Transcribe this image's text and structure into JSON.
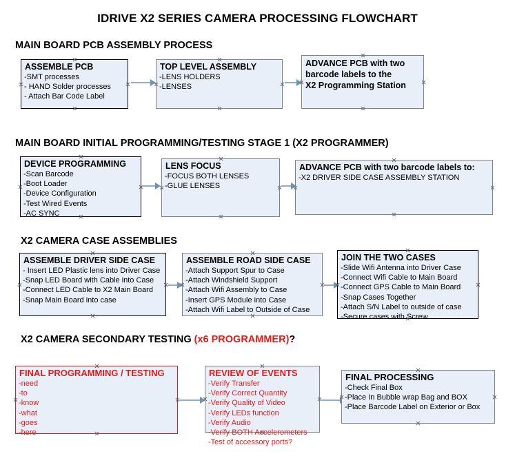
{
  "document": {
    "title": "IDRIVE X2  SERIES CAMERA PROCESSING FLOWCHART"
  },
  "colors": {
    "box_fill": "#e9eff8",
    "box_border": "#000000",
    "box_border_gray": "#7f8386",
    "accent_red": "#e01b1b",
    "arrow": "#8fadc8",
    "text": "#000000",
    "background": "#ffffff"
  },
  "sections": [
    {
      "id": "main-board-pcb-assembly",
      "heading": "MAIN BOARD PCB ASSEMBLY PROCESS",
      "heading_suffix": "",
      "heading_suffix_tail": ""
    },
    {
      "id": "main-board-initial-programming",
      "heading": "MAIN BOARD INITIAL PROGRAMMING/TESTING STAGE 1 (X2 PROGRAMMER)",
      "heading_suffix": "",
      "heading_suffix_tail": ""
    },
    {
      "id": "x2-camera-case-assemblies",
      "heading": "X2 CAMERA CASE ASSEMBLIES",
      "heading_suffix": "",
      "heading_suffix_tail": ""
    },
    {
      "id": "x2-camera-secondary-testing",
      "heading": "X2 CAMERA SECONDARY TESTING ",
      "heading_suffix": "(x6 PROGRAMMER)",
      "heading_suffix_tail": "?"
    }
  ],
  "nodes": {
    "assemble_pcb": {
      "title": "ASSEMBLE PCB",
      "items": [
        "-SMT processes",
        "- HAND Solder processes",
        "- Attach Bar Code Label"
      ]
    },
    "top_level_assembly": {
      "title": "TOP LEVEL ASSEMBLY",
      "items": [
        "-LENS HOLDERS",
        "-LENSES"
      ]
    },
    "advance_pcb_station": {
      "line1": "ADVANCE PCB with two",
      "line2": "barcode labels to the",
      "line3": " X2 Programming Station"
    },
    "device_programming": {
      "title": "DEVICE PROGRAMMING",
      "items": [
        "-Scan Barcode",
        "-Boot Loader",
        "-Device Configuration",
        "-Test Wired Events",
        "-AC SYNC"
      ]
    },
    "lens_focus": {
      "title": "LENS FOCUS",
      "items": [
        "-FOCUS BOTH LENSES",
        "-GLUE LENSES"
      ]
    },
    "advance_pcb_driver_side": {
      "title": "ADVANCE PCB with two barcode labels to:",
      "items": [
        "-X2 DRIVER  SIDE  CASE  ASSEMBLY STATION"
      ]
    },
    "assemble_driver_side_case": {
      "title": "ASSEMBLE DRIVER SIDE CASE",
      "items": [
        "- Insert LED Plastic lens into Driver Case",
        "-Snap LED Board with Cable into Case",
        "-Connect LED Cable to X2 Main Board",
        "-Snap Main Board into case"
      ]
    },
    "assemble_road_side_case": {
      "title": "ASSEMBLE ROAD SIDE CASE",
      "items": [
        "-Attach Support Spur to Case",
        "-Attach Windshield Support",
        "-Attach Wifi Assembly to Case",
        "-Insert GPS Module into Case",
        "-Attach Wifi Label to Outside of Case"
      ]
    },
    "join_the_two_cases": {
      "title": "JOIN THE TWO CASES",
      "items": [
        "-Slide Wifi Antenna into Driver Case",
        "-Connect Wifi Cable to Main Board",
        "-Connect GPS Cable to Main Board",
        "-Snap Cases Together",
        "-Attach S/N Label to outside of case",
        "-Secure cases with Screw"
      ]
    },
    "final_programming_testing": {
      "title": "FINAL PROGRAMMING / TESTING",
      "items": [
        "-need",
        "-to",
        "-know",
        "-what",
        "-goes",
        "-here"
      ]
    },
    "review_of_events": {
      "title": "REVIEW OF EVENTS",
      "items": [
        "-Verify Transfer",
        "-Verify Correct Quantity",
        "-Verify Quality of Video",
        "-Verify LEDs function",
        "-Verify Audio",
        "-Verify BOTH Accelerometers",
        "-Test of accessory ports?"
      ]
    },
    "final_processing": {
      "title": "FINAL PROCESSING",
      "items": [
        " -Check Final Box",
        "-Place In Bubble wrap Bag and BOX",
        "-Place Barcode Label on Exterior or Box"
      ]
    }
  }
}
